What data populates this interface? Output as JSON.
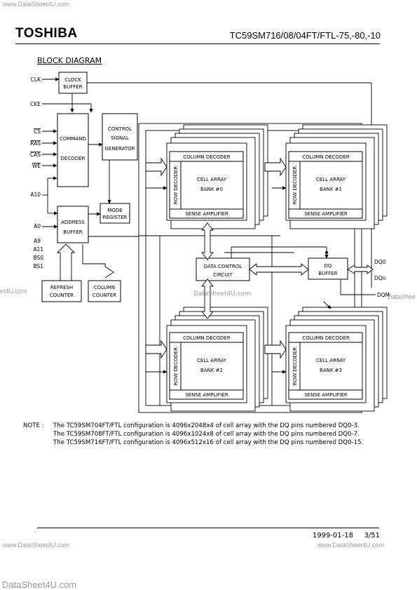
{
  "header": {
    "logo": "TOSHIBA",
    "part_number": "TC59SM716/08/04FT/FTL-75,-80,-10"
  },
  "diagram": {
    "title": "BLOCK DIAGRAM",
    "signals": {
      "clk": "CLK",
      "cke": "CKE",
      "cs": "CS",
      "ras": "RAS",
      "cas": "CAS",
      "we": "WE",
      "a10": "A10",
      "a0": "A0",
      "a9": "A9",
      "a11": "A11",
      "bs0": "BS0",
      "bs1": "BS1",
      "dq0": "DQ0",
      "dqn": "DQn",
      "dqm": "DQM"
    },
    "blocks": {
      "clock_buffer": [
        "CLOCK",
        "BUFFER"
      ],
      "command_decoder": [
        "COMMAND",
        "DECODER"
      ],
      "control_signal_generator": [
        "CONTROL",
        "SIGNAL",
        "GENERATOR"
      ],
      "address_buffer": [
        "ADDRESS",
        "BUFFER"
      ],
      "mode_register": [
        "MODE",
        "REGISTER"
      ],
      "refresh_counter": [
        "REFRESH",
        "COUNTER"
      ],
      "column_counter": [
        "COLUMN",
        "COUNTER"
      ],
      "data_control_circuit": [
        "DATA CONTROL",
        "CIRCUIT"
      ],
      "dq_buffer": [
        "DQ",
        "BUFFER"
      ]
    },
    "bank_labels": {
      "column_decoder": "COLUMN DECODER",
      "row_decoder": "ROW DECODER",
      "sense_amplifier": "SENSE AMPLIFIER",
      "cell_array": "CELL ARRAY"
    },
    "banks": [
      "BANK #0",
      "BANK #1",
      "BANK #2",
      "BANK #3"
    ]
  },
  "notes": {
    "label": "NOTE :",
    "lines": [
      "The TC59SM704FT/FTL configuration is 4096x2048x4 of cell array with the DQ pins numbered DQ0-3.",
      "The TC59SM708FT/FTL configuration is 4096x1024x8 of cell array with the DQ pins numbered DQ0-7.",
      "The TC59SM716FT/FTL configuration is 4096x512x16 of cell array with the DQ pins numbered DQ0-15."
    ]
  },
  "footer": {
    "date": "1999-01-18",
    "page": "3/51"
  },
  "watermarks": {
    "top": "www.DataSheet4U.com",
    "left": "et4U.com",
    "center": "DataSheet4U.com",
    "right": "DataShee",
    "bottom_left": "www.DataSheet4U.com",
    "bottom_right": "www.DataSheet4U.com",
    "bottom_big": "DataSheet4U.com"
  }
}
